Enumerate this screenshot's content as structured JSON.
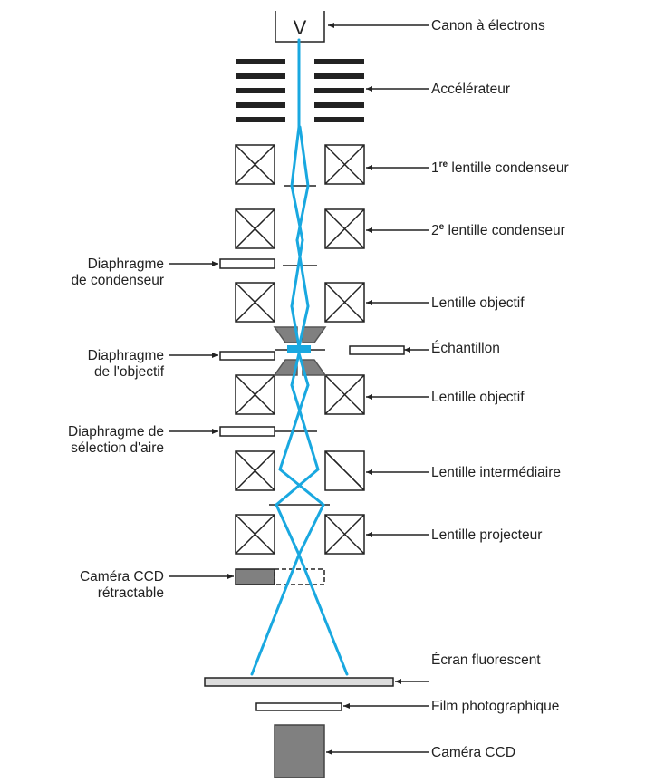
{
  "colors": {
    "beam": "#19a8e0",
    "component_fill": "#808080",
    "line": "#222222",
    "text": "#222222"
  },
  "labels_right": {
    "gun": "Canon à électrons",
    "accelerator": "Accélérateur",
    "condenser1_sup": "re",
    "condenser1_text": "1",
    "condenser1_rest": " lentille condenseur",
    "condenser2_sup": "e",
    "condenser2_text": "2",
    "condenser2_rest": " lentille condenseur",
    "objective_upper": "Lentille objectif",
    "specimen": "Échantillon",
    "objective_lower": "Lentille objectif",
    "intermediate": "Lentille intermédiaire",
    "projector": "Lentille projecteur",
    "screen": "Écran fluorescent",
    "film": "Film photographique",
    "ccd_camera": "Caméra CCD"
  },
  "labels_left": {
    "condenser_aperture_1": "Diaphragme",
    "condenser_aperture_2": "de condenseur",
    "objective_aperture_1": "Diaphragme",
    "objective_aperture_2": "de l'objectif",
    "area_aperture_1": "Diaphragme de",
    "area_aperture_2": "sélection d'aire",
    "retractable_ccd_1": "Caméra CCD",
    "retractable_ccd_2": "rétractable"
  },
  "icons": {
    "gun_symbol": "V"
  }
}
